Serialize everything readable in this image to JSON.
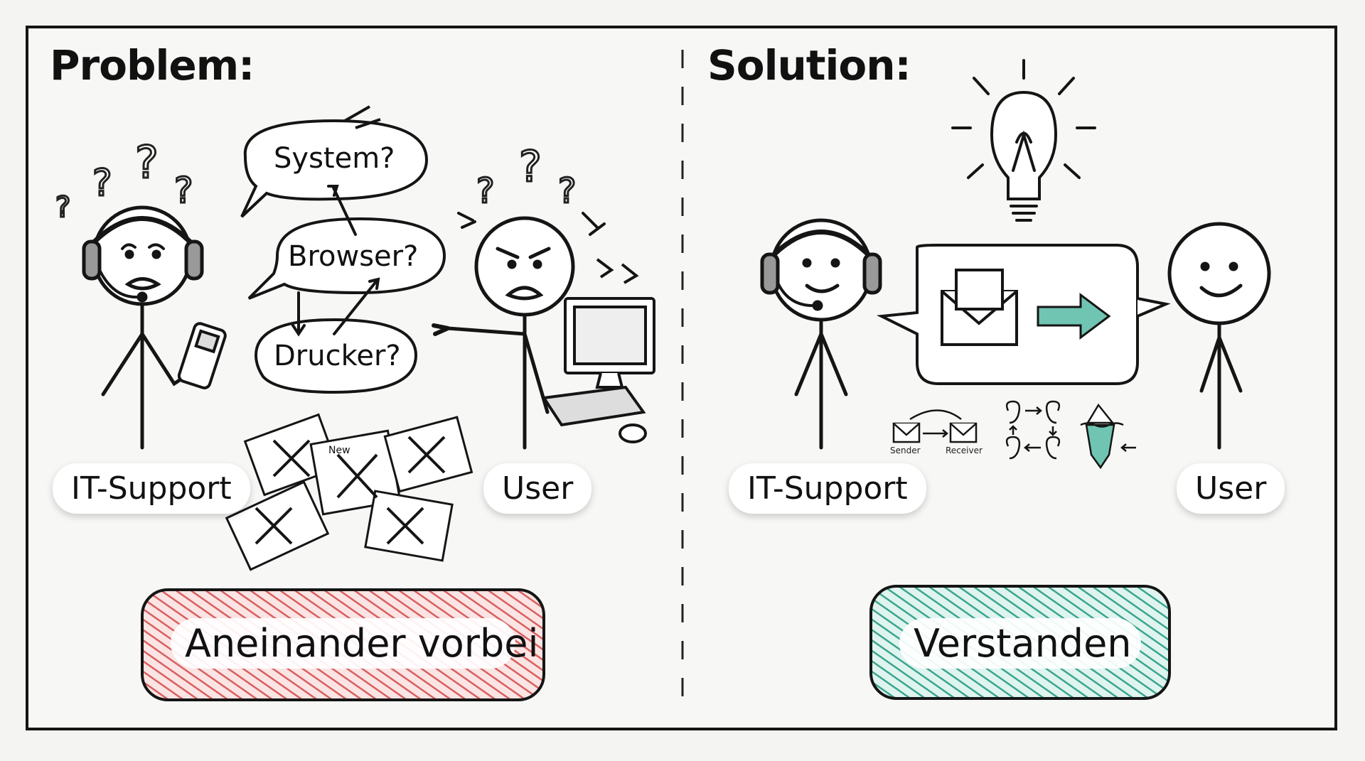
{
  "problem": {
    "heading": "Problem:",
    "support_label": "IT-Support",
    "user_label": "User",
    "bubbles": [
      "System?",
      "Browser?",
      "Drucker?"
    ],
    "paper_note": "New",
    "banner": "Aneinander vorbei",
    "banner_color": "#e07a7a"
  },
  "solution": {
    "heading": "Solution:",
    "support_label": "IT-Support",
    "user_label": "User",
    "model_sender": "Sender",
    "model_receiver": "Receiver",
    "banner": "Verstanden",
    "banner_color": "#4fb3a0"
  },
  "icons": [
    "question-mark-icon",
    "headset-icon",
    "phone-icon",
    "computer-icon",
    "lightbulb-icon",
    "envelope-icon",
    "arrow-right-icon",
    "ear-icon",
    "iceberg-icon"
  ]
}
